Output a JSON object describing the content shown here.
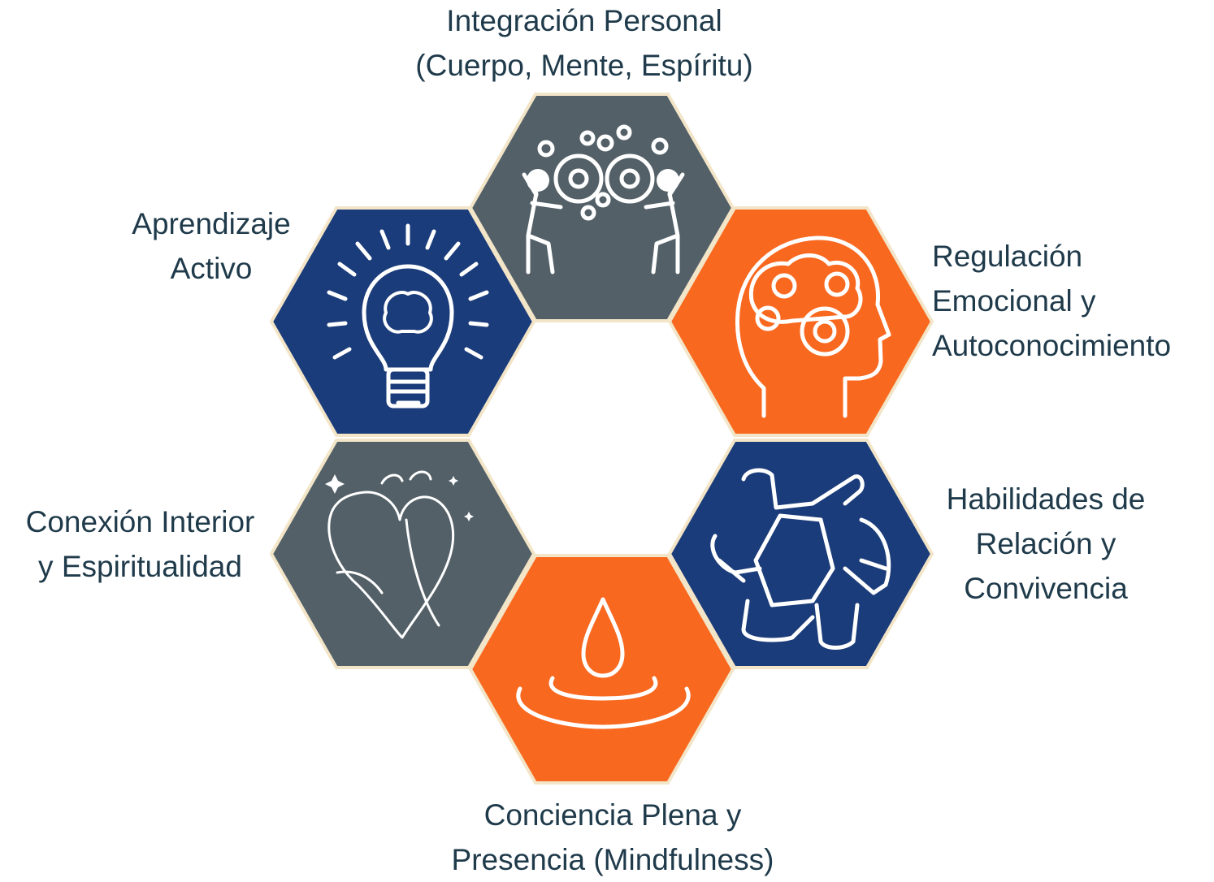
{
  "colors": {
    "navy": "#1b3c7a",
    "slate": "#536068",
    "orange": "#f9681f",
    "border": "#f3e5c8",
    "text": "#1f3a4a"
  },
  "nodes": [
    {
      "id": "integracion",
      "color": "slate",
      "icon": "gears-people-icon",
      "lines": [
        "Integración Personal",
        "(Cuerpo, Mente, Espíritu)"
      ]
    },
    {
      "id": "regulacion",
      "color": "orange",
      "icon": "head-emotions-icon",
      "lines": [
        "Regulación",
        "Emocional y",
        "Autoconocimiento"
      ]
    },
    {
      "id": "habilidades",
      "color": "navy",
      "icon": "linked-hands-icon",
      "lines": [
        "Habilidades de",
        "Relación y",
        "Convivencia"
      ]
    },
    {
      "id": "conciencia",
      "color": "orange",
      "icon": "water-drop-icon",
      "lines": [
        "Conciencia Plena y",
        "Presencia (Mindfulness)"
      ]
    },
    {
      "id": "conexion",
      "color": "slate",
      "icon": "heart-arm-floral-icon",
      "lines": [
        "Conexión Interior",
        "y Espiritualidad"
      ]
    },
    {
      "id": "aprendizaje",
      "color": "navy",
      "icon": "lightbulb-brain-icon",
      "lines": [
        "Aprendizaje",
        "Activo"
      ]
    }
  ]
}
